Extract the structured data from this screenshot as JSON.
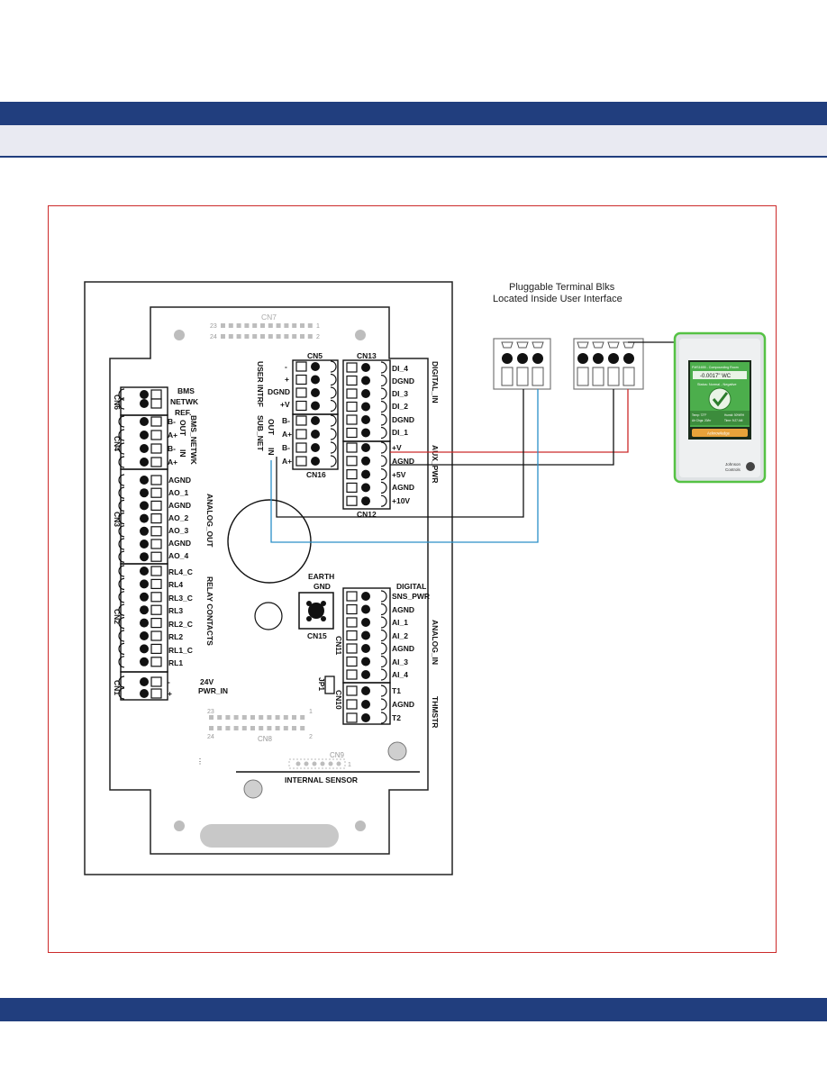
{
  "header": {
    "top_band_color": "#213e7e",
    "sub_band_color": "#e9eaf2"
  },
  "diagram": {
    "caption_line1": "Pluggable Terminal Blks",
    "caption_line2": "Located Inside User Interface",
    "connectors": {
      "cn7": "CN7",
      "cn7_23": "23",
      "cn7_1": "1",
      "cn7_24": "24",
      "cn7_2": "2",
      "cn5": "CN5",
      "cn13": "CN13",
      "cn16": "CN16",
      "cn12": "CN12",
      "cn6": "CN6",
      "cn4": "CN4",
      "cn3": "CN3",
      "cn2": "CN2",
      "cn1": "CN1",
      "cn15": "CN15",
      "cn11": "CN11",
      "cn10": "CN10",
      "jp1": "JP1",
      "cn8": "CN8",
      "cn8_23": "23",
      "cn8_1": "1",
      "cn8_24": "24",
      "cn8_2": "2",
      "cn9": "CN9",
      "cn9_1": "1"
    },
    "labels": {
      "bms": "BMS",
      "netwk": "NETWK",
      "ref": "REF.",
      "b_minus_1": "B-",
      "a_plus_1": "A+",
      "b_minus_2": "B-",
      "a_plus_2": "A+",
      "out": "OUT",
      "in": "IN",
      "bms_netwk": "BMS_NETWK",
      "agnd1": "AGND",
      "ao1": "AO_1",
      "agnd2": "AGND",
      "ao2": "AO_2",
      "ao3": "AO_3",
      "agnd3": "AGND",
      "ao4": "AO_4",
      "analog_out": "ANALOG_OUT",
      "rl4c": "RL4_C",
      "rl4": "RL4",
      "rl3c": "RL3_C",
      "rl3": "RL3",
      "rl2c": "RL2_C",
      "rl2": "RL2",
      "rl1c": "RL1_C",
      "rl1": "RL1",
      "relay_contacts": "RELAY CONTACTS",
      "pwr_minus": "-",
      "pwr_plus": "+",
      "v24": "24V",
      "pwr_in": "PWR_IN",
      "cn5_minus": "-",
      "cn5_plus": "+",
      "cn5_dgnd": "DGND",
      "cn5_v": "+V",
      "cn16_b1": "B-",
      "cn16_a1": "A+",
      "cn16_b2": "B-",
      "cn16_a2": "A+",
      "user_intrf": "USER INTRF",
      "sub_net": "SUB_NET",
      "sub_out": "OUT",
      "sub_in": "IN",
      "di4": "DI_4",
      "dgnd1": "DGND",
      "di3": "DI_3",
      "di2": "DI_2",
      "dgnd2": "DGND",
      "di1": "DI_1",
      "digital_in": "DIGITAL_IN",
      "v_plus": "+V",
      "agnd_aux": "AGND",
      "v5": "+5V",
      "agnd_aux2": "AGND",
      "v10": "+10V",
      "aux_pwr": "AUX_PWR",
      "earth": "EARTH",
      "gnd": "GND",
      "digital": "DIGITAL",
      "sns_pwr": "SNS_PWR",
      "agnd_ai": "AGND",
      "ai1": "AI_1",
      "ai2": "AI_2",
      "agnd_ai2": "AGND",
      "ai3": "AI_3",
      "ai4": "AI_4",
      "analog_in": "ANALOG_IN",
      "t1": "T1",
      "agnd_t": "AGND",
      "t2": "T2",
      "thmstr": "THMSTR",
      "internal_sensor": "INTERNAL SENSOR"
    },
    "device": {
      "title": "FMS1655 - Compounding Room",
      "value": "-0.0017\" WC",
      "status": "Status: Normal - Negative",
      "info_left_1": "Temp: 72°F",
      "info_left_2": "Air Chgs: 20/hr",
      "info_right_1": "Humid: 50%RH",
      "info_right_2": "Time: 9:27 AM",
      "button": "Acknowledge",
      "brand1": "Johnson",
      "brand2": "Controls"
    },
    "wire_colors": {
      "red": "#cc2a2a",
      "blue": "#2a8fc8",
      "black": "#111111"
    }
  }
}
